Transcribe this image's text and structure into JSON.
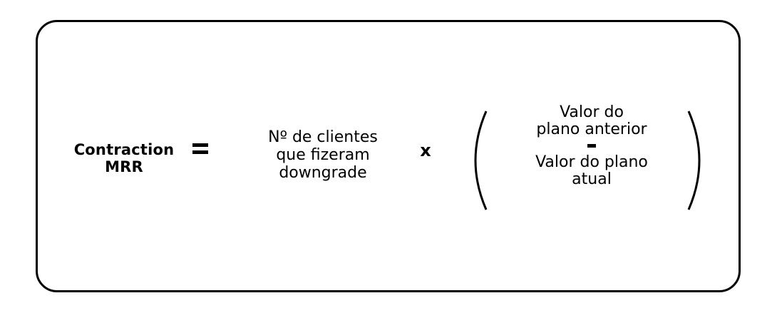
{
  "formula": {
    "lhs": {
      "line1": "Contraction",
      "line2": "MRR"
    },
    "equals_symbol": "=",
    "count_term": {
      "line1": "Nº de clientes",
      "line2": "que fizeram",
      "line3": "downgrade"
    },
    "multiply_symbol": "x",
    "difference_term": {
      "minuend_line1": "Valor do",
      "minuend_line2": "plano anterior",
      "operator": "-",
      "subtrahend_line1": "Valor do plano",
      "subtrahend_line2": "atual"
    }
  },
  "colors": {
    "border": "#000000",
    "text": "#000000",
    "background": "#ffffff"
  }
}
